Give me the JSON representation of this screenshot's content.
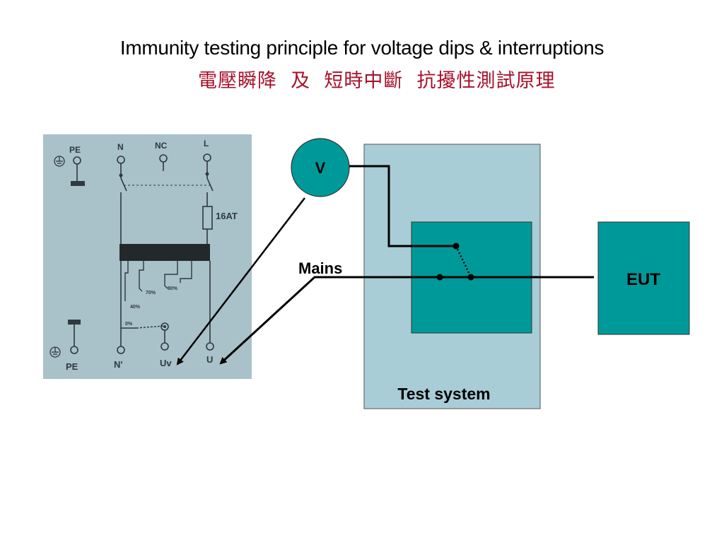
{
  "title": "Immunity testing principle for voltage dips & interruptions",
  "subtitle": "電壓瞬降  及  短時中斷  抗擾性測試原理",
  "schematic": {
    "labels": {
      "pe_top": "PE",
      "n": "N",
      "nc": "NC",
      "l": "L",
      "fuse": "16AT",
      "tap_70": "70%",
      "tap_80": "80%",
      "tap_40": "40%",
      "tap_0": "0%",
      "pe_bottom": "PE",
      "n_prime": "N'",
      "u_var": "Uv",
      "u": "U"
    }
  },
  "diagram": {
    "voltmeter": "V",
    "mains": "Mains",
    "test_system": "Test system",
    "eut": "EUT"
  },
  "colors": {
    "title": "#000000",
    "subtitle": "#a8102a",
    "test_system_fill": "#a9cdd6",
    "teal": "#009999",
    "photo_background": "#a9c1c9"
  }
}
